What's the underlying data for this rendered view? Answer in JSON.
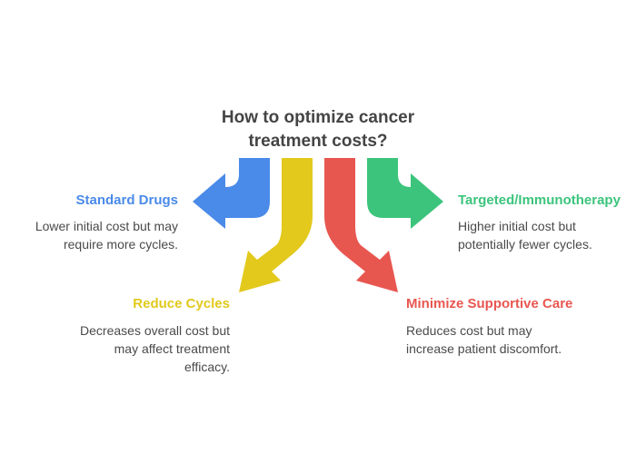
{
  "title": {
    "line1": "How to optimize cancer",
    "line2": "treatment costs?"
  },
  "colors": {
    "blue": "#4a8ae8",
    "yellow": "#e2c91b",
    "red": "#e85650",
    "green": "#3cc47c"
  },
  "options": {
    "standard": {
      "label": "Standard Drugs",
      "desc1": "Lower initial cost but may",
      "desc2": "require more cycles."
    },
    "reduce": {
      "label": "Reduce Cycles",
      "desc1": "Decreases overall cost but",
      "desc2": "may affect treatment",
      "desc3": "efficacy."
    },
    "supportive": {
      "label": "Minimize Supportive Care",
      "desc1": "Reduces cost but may",
      "desc2": "increase patient discomfort."
    },
    "targeted": {
      "label": "Targeted/Immunotherapy",
      "desc1": "Higher initial cost but",
      "desc2": "potentially fewer cycles."
    }
  }
}
